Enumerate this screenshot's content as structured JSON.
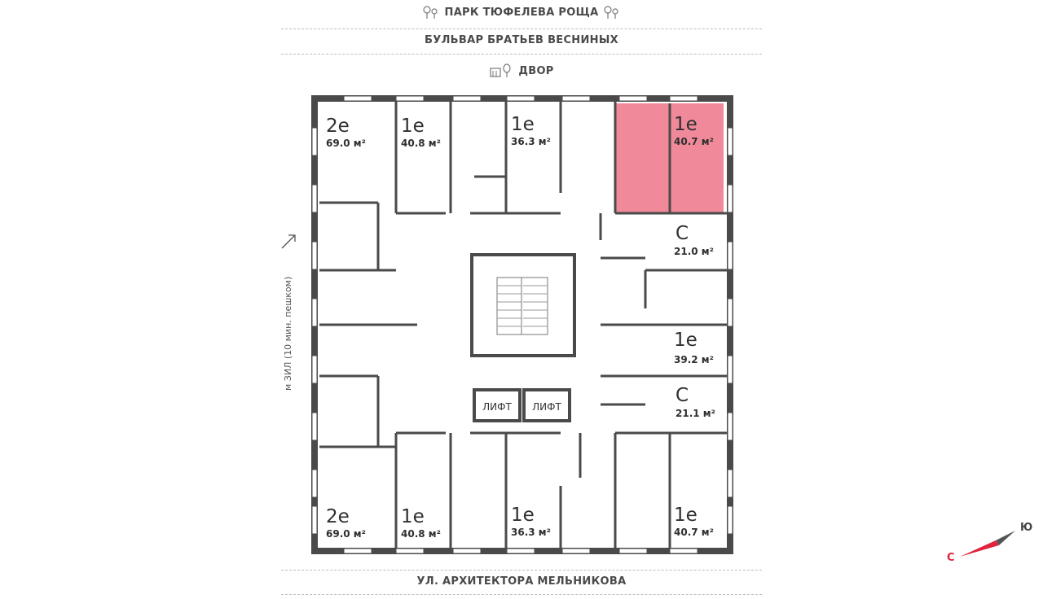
{
  "streets": {
    "park": "ПАРК ТЮФЕЛЕВА РОЩА",
    "boulevard": "БУЛЬВАР БРАТЬЕВ ВЕСНИНЫХ",
    "yard": "ДВОР",
    "bottom": "УЛ. АРХИТЕКТОРА МЕЛЬНИКОВА"
  },
  "metro_note": "м ЗИЛ (10 мин. пешком)",
  "lift_label": "ЛИФТ",
  "apartments": [
    {
      "id": "top-1",
      "type": "2е",
      "area": "69.0 м²",
      "selected": false
    },
    {
      "id": "top-2",
      "type": "1е",
      "area": "40.8 м²",
      "selected": false
    },
    {
      "id": "top-3",
      "type": "1е",
      "area": "36.3 м²",
      "selected": false
    },
    {
      "id": "top-4",
      "type": "1е",
      "area": "40.7 м²",
      "selected": true
    },
    {
      "id": "right-1",
      "type": "С",
      "area": "21.0 м²",
      "selected": false
    },
    {
      "id": "right-2",
      "type": "1е",
      "area": "39.2 м²",
      "selected": false
    },
    {
      "id": "right-3",
      "type": "С",
      "area": "21.1 м²",
      "selected": false
    },
    {
      "id": "bottom-1",
      "type": "2е",
      "area": "69.0 м²",
      "selected": false
    },
    {
      "id": "bottom-2",
      "type": "1е",
      "area": "40.8 м²",
      "selected": false
    },
    {
      "id": "bottom-3",
      "type": "1е",
      "area": "36.3 м²",
      "selected": false
    },
    {
      "id": "bottom-4",
      "type": "1е",
      "area": "40.7 м²",
      "selected": false
    }
  ],
  "compass": {
    "north": "С",
    "south": "Ю"
  },
  "colors": {
    "selected": "#f08a9a",
    "wall": "#4a4a4a",
    "accent": "#e0233d"
  }
}
